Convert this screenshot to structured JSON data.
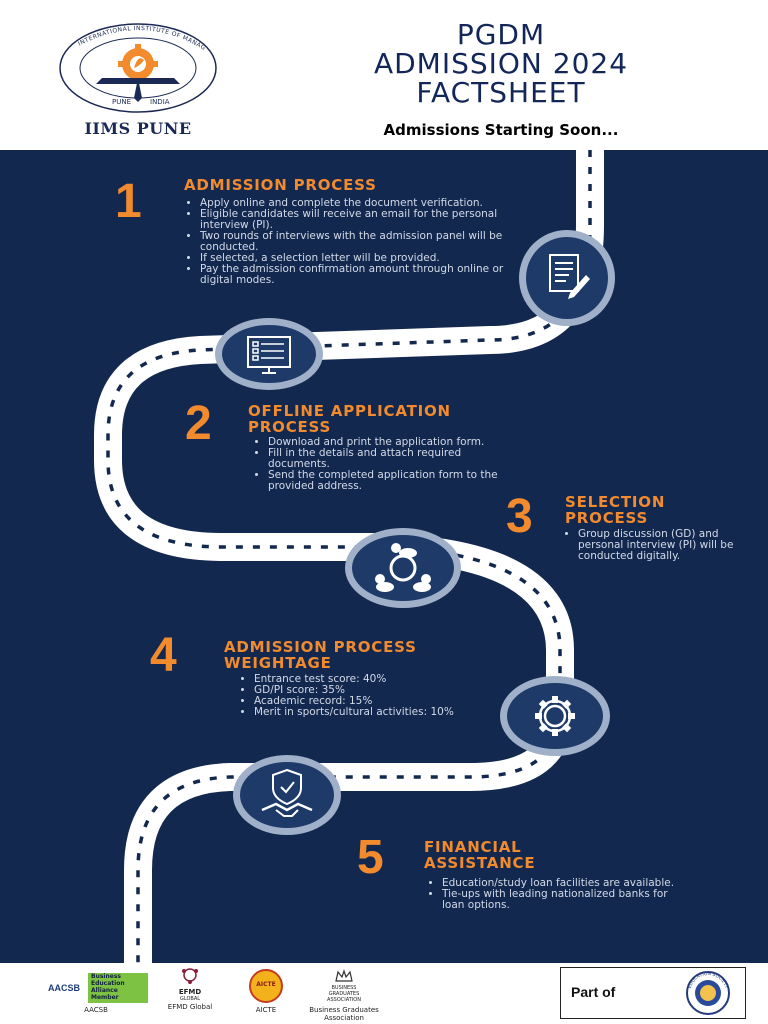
{
  "header": {
    "logo_name": "IIMS PUNE",
    "logo_arc_text": "INTERNATIONAL INSTITUTE OF MANAGEMENT STUDIES",
    "logo_bottom_left": "PUNE",
    "logo_bottom_right": "INDIA",
    "title_line1": "PGDM",
    "title_line2": "ADMISSION 2024",
    "title_line3": "FACTSHEET",
    "subtitle": "Admissions Starting Soon..."
  },
  "steps": [
    {
      "number": "1",
      "title": "ADMISSION PROCESS",
      "bullets": [
        "Apply online and complete the document verification.",
        "Eligible candidates will receive an email for the personal interview (PI).",
        "Two rounds of interviews with the admission panel will be conducted.",
        "If selected, a selection letter will be provided.",
        "Pay the admission confirmation amount through online or digital modes."
      ],
      "icon": "document-pen-icon"
    },
    {
      "number": "2",
      "title_line1": "OFFLINE APPLICATION",
      "title_line2": "PROCESS",
      "bullets": [
        "Download and print the application form.",
        "Fill in the details and attach required documents.",
        "Send the completed application form to the provided address."
      ],
      "icon": "monitor-form-icon"
    },
    {
      "number": "3",
      "title_line1": "SELECTION",
      "title_line2": "PROCESS",
      "bullets": [
        "Group discussion (GD) and personal interview (PI) will be conducted digitally."
      ],
      "icon": "group-discussion-icon"
    },
    {
      "number": "4",
      "title_line1": "ADMISSION PROCESS",
      "title_line2": "WEIGHTAGE",
      "bullets": [
        "Entrance test score: 40%",
        "GD/PI score: 35%",
        "Academic record: 15%",
        "Merit in sports/cultural activities: 10%"
      ],
      "icon": "gear-icon"
    },
    {
      "number": "5",
      "title_line1": "FINANCIAL",
      "title_line2": "ASSISTANCE",
      "bullets": [
        "Education/study loan facilities are available.",
        "Tie-ups with leading nationalized banks for loan options."
      ],
      "icon": "handshake-shield-icon"
    }
  ],
  "footer": {
    "badges": [
      {
        "mark": "AACSB",
        "sub_lines": [
          "Business",
          "Education",
          "Alliance",
          "Member"
        ],
        "caption": "AACSB"
      },
      {
        "mark": "EFMD",
        "sub": "GLOBAL",
        "caption": "EFMD Global"
      },
      {
        "mark": "AICTE",
        "caption": "AICTE"
      },
      {
        "mark": "BUSINESS GRADUATES ASSOCIATION",
        "caption": "Business Graduates Association"
      }
    ],
    "part_of_label": "Part of",
    "society_seal_text": "EDUCATION SOCIETY"
  },
  "colors": {
    "navy": "#13284e",
    "orange": "#f28a2e",
    "title_blue": "#12265a",
    "road": "#ffffff",
    "road_dash": "#13284e"
  }
}
